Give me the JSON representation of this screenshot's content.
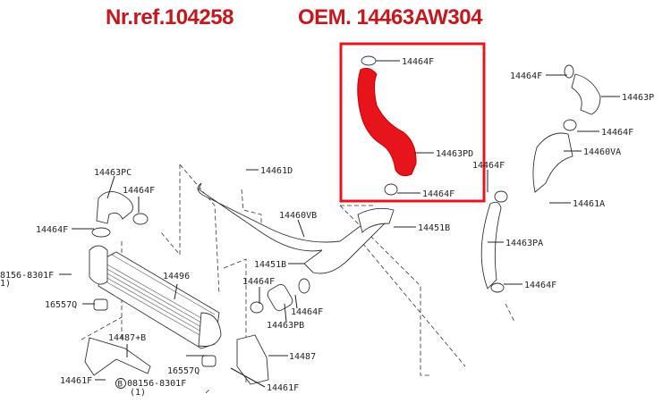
{
  "header": {
    "ref": "Nr.ref.104258",
    "oem": "OEM. 14463AW304"
  },
  "colors": {
    "highlight": "#e8141b",
    "title": "#c8161d"
  },
  "labels": {
    "clamp_pd_top": "14464F",
    "hose_pd": "14463PD",
    "clamp_pd_bottom": "14464F",
    "clamp_p_top": "14464F",
    "hose_p": "14463P",
    "clamp_p_bottom": "14464F",
    "tube_va": "14460VA",
    "clamp_va": "14464F",
    "bolt_a": "14461A",
    "bolt_b_right": "14451B",
    "hose_pa": "14463PA",
    "clamp_pa": "14464F",
    "hose_pc": "14463PC",
    "clamp_pc_right": "14464F",
    "bolt_d": "14461D",
    "tube_vb": "14460VB",
    "clamp_pc_left": "14464F",
    "bolt_b_left": "14451B",
    "bolt_8156": "8156-8301F",
    "bolt_8156_qty": "1)",
    "intercooler": "14496",
    "mount_left": "16557Q",
    "clamp_pb_left": "14464F",
    "clamp_pb_right": "14464F",
    "hose_pb": "14463PB",
    "bracket_left": "14487+B",
    "bracket_right": "14487",
    "mount_right": "16557Q",
    "nut_left": "14461F",
    "bolt_08156": "08156-8301F",
    "bolt_08156_badge": "B",
    "bolt_08156_qty": "(1)",
    "nut_right": "14461F"
  }
}
